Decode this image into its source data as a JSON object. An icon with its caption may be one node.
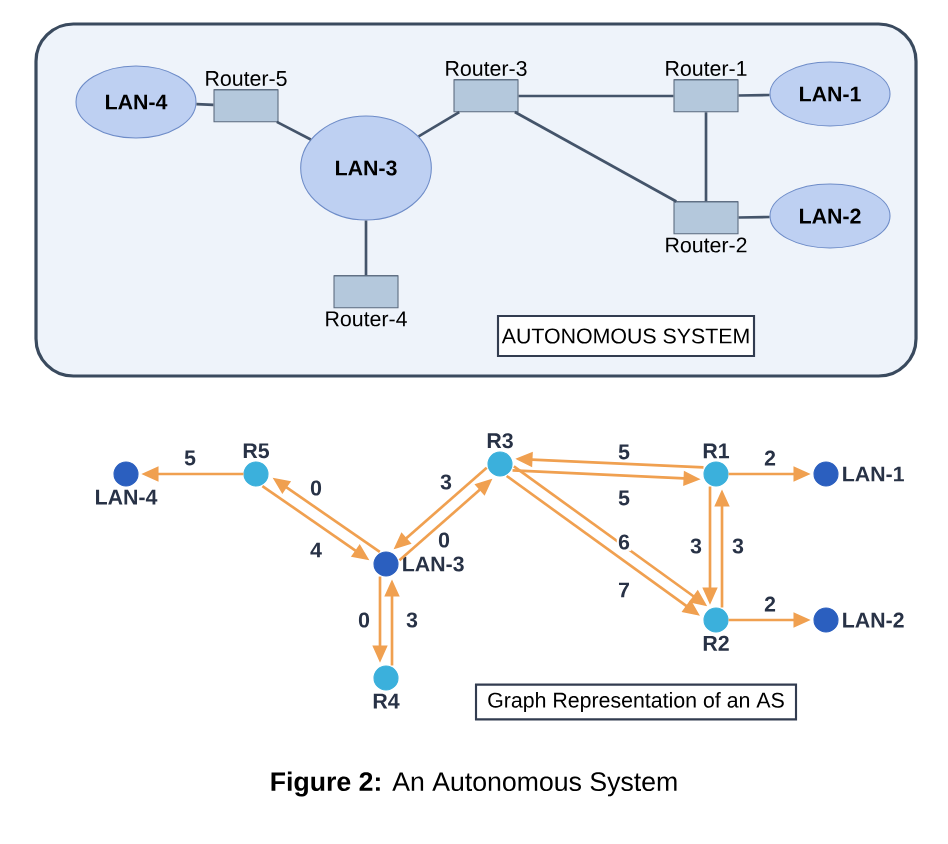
{
  "diagram": {
    "caption": "**Figure 2:** An Autonomous System",
    "nodes": [
      {
        "text": [],
        "shape": "box"
      },
      {
        "text": [
          "LAN-4"
        ],
        "in": 0
      },
      {
        "text": [
          "Router-5"
        ],
        "in": 0
      },
      {
        "text": [
          "Router-3"
        ],
        "in": 0
      },
      {
        "text": [
          "Router-1"
        ],
        "in": 0
      },
      {
        "text": [
          "LAN-1"
        ],
        "in": 0
      },
      {
        "text": [
          "LAN-3"
        ],
        "in": 0
      },
      {
        "text": [
          "Router-2"
        ],
        "in": 0
      },
      {
        "text": [
          "LAN-2"
        ],
        "in": 0
      },
      {
        "text": [
          "Router-4"
        ],
        "in": 0
      },
      {
        "text": [
          "AUTONOMOUS SYSTEM"
        ],
        "in": 0
      },
      {
        "text": [],
        "shape": "circle",
        "beside": [
          "LAN-4"
        ]
      },
      {
        "text": [],
        "shape": "circle",
        "beside": [
          "R5"
        ]
      },
      {
        "text": [],
        "shape": "circle",
        "beside": [
          "R3"
        ]
      },
      {
        "text": [],
        "shape": "circle",
        "beside": [
          "R1"
        ]
      },
      {
        "text": [],
        "shape": "circle",
        "beside": [
          "LAN-1"
        ]
      },
      {
        "text": [],
        "shape": "circle",
        "beside": [
          "LAN-3"
        ]
      },
      {
        "text": [],
        "shape": "circle",
        "beside": [
          "R2"
        ]
      },
      {
        "text": [],
        "shape": "circle",
        "beside": [
          "LAN-2"
        ]
      },
      {
        "text": [],
        "shape": "circle",
        "beside": [
          "R4"
        ]
      },
      {
        "text": [
          "Graph Representation of an AS"
        ]
      }
    ],
    "edges": [
      {
        "from": 1,
        "to": 2,
        "arrow": "none",
        "color": "#44546a"
      },
      {
        "from": 2,
        "to": 6,
        "arrow": "none",
        "color": "#44546a"
      },
      {
        "from": 6,
        "to": 3,
        "arrow": "none",
        "color": "#44546a"
      },
      {
        "from": 3,
        "to": 4,
        "arrow": "none",
        "color": "#44546a"
      },
      {
        "from": 4,
        "to": 5,
        "arrow": "none",
        "color": "#44546a"
      },
      {
        "from": 3,
        "to": 7,
        "arrow": "none",
        "color": "#44546a"
      },
      {
        "from": 4,
        "to": 7,
        "arrow": "none",
        "color": "#44546a"
      },
      {
        "from": 7,
        "to": 8,
        "arrow": "none",
        "color": "#44546a"
      },
      {
        "from": 6,
        "to": 9,
        "arrow": "none",
        "color": "#44546a"
      },
      {
        "from": 12,
        "to": 11,
        "arrow": "to",
        "label": "5"
      },
      {
        "from": 16,
        "to": 12,
        "arrow": "to",
        "label": "0"
      },
      {
        "from": 12,
        "to": 16,
        "arrow": "to",
        "label": "4"
      },
      {
        "from": 13,
        "to": 16,
        "arrow": "to",
        "label": "3"
      },
      {
        "from": 16,
        "to": 13,
        "arrow": "to",
        "label": "0"
      },
      {
        "from": 14,
        "to": 13,
        "arrow": "to",
        "label": "5"
      },
      {
        "from": 13,
        "to": 14,
        "arrow": "to",
        "label": "5"
      },
      {
        "from": 13,
        "to": 17,
        "arrow": "to",
        "label": "6"
      },
      {
        "from": 13,
        "to": 17,
        "arrow": "to",
        "label": "7"
      },
      {
        "from": 14,
        "to": 17,
        "arrow": "to",
        "label": "3"
      },
      {
        "from": 17,
        "to": 14,
        "arrow": "to",
        "label": "3"
      },
      {
        "from": 14,
        "to": 15,
        "arrow": "to",
        "label": "2"
      },
      {
        "from": 17,
        "to": 18,
        "arrow": "to",
        "label": "2"
      },
      {
        "from": 16,
        "to": 19,
        "arrow": "to",
        "label": "0"
      },
      {
        "from": 19,
        "to": 16,
        "arrow": "to",
        "label": "3"
      }
    ]
  }
}
